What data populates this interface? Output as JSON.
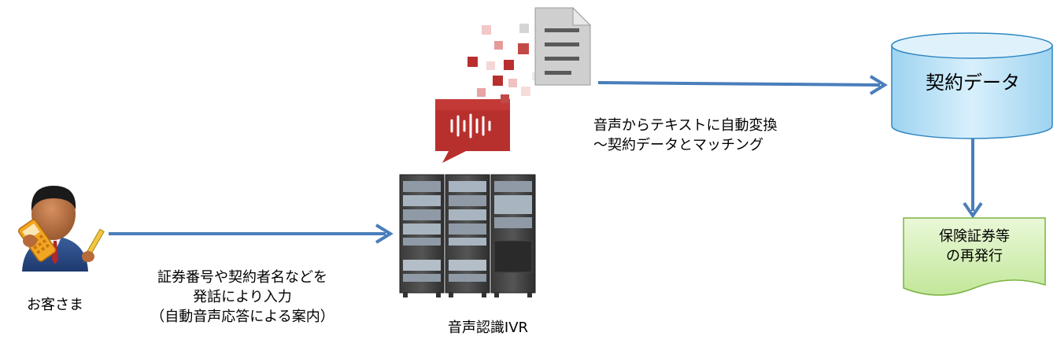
{
  "customer": {
    "label": "お客さま",
    "icon": "customer-with-phone-icon"
  },
  "caller_caption": {
    "line1": "証券番号や契約者名などを",
    "line2": "発話により入力",
    "line3": "（自動音声応答による案内）"
  },
  "ivr": {
    "label": "音声認識IVR",
    "icon": "server-rack-icon"
  },
  "speech": {
    "icon": "speech-waveform-icon",
    "doc_icon": "text-document-icon"
  },
  "stt_caption": {
    "line1": "音声からテキストに自動変換",
    "line2": "～契約データとマッチング"
  },
  "database": {
    "label": "契約データ",
    "icon": "database-cylinder-icon"
  },
  "output_doc": {
    "line1": "保険証券等",
    "line2": "の再発行",
    "icon": "document-icon"
  },
  "colors": {
    "arrow": "#4a7ebb",
    "db_fill": "#bfe3f5",
    "db_stroke": "#2e86c1",
    "doc_fill": "#d3f0b0",
    "doc_stroke": "#7cb342",
    "speech_red": "#b22a2a"
  }
}
